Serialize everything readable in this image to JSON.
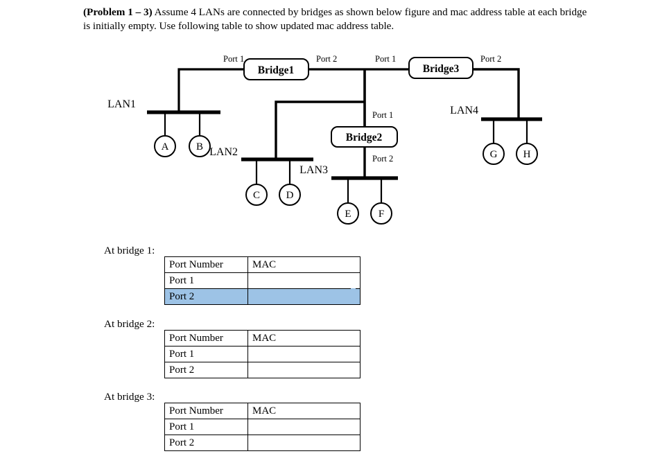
{
  "problem": {
    "label": "(Problem 1 – 3)",
    "body": " Assume 4 LANs are connected by bridges as shown below figure and mac address table at each bridge is initially empty. Use following table to show updated mac address table."
  },
  "diagram": {
    "bridges": [
      {
        "id": "bridge1",
        "label": "Bridge1",
        "port_left": "Port 1",
        "port_right": "Port 2"
      },
      {
        "id": "bridge2",
        "label": "Bridge2",
        "port_top": "Port 1",
        "port_bottom": "Port 2"
      },
      {
        "id": "bridge3",
        "label": "Bridge3",
        "port_left": "Port 1",
        "port_right": "Port 2"
      }
    ],
    "lans": [
      {
        "id": "lan1",
        "label": "LAN1",
        "hosts": [
          "A",
          "B"
        ]
      },
      {
        "id": "lan2",
        "label": "LAN2",
        "hosts": [
          "C",
          "D"
        ]
      },
      {
        "id": "lan3",
        "label": "LAN3",
        "hosts": [
          "E",
          "F"
        ]
      },
      {
        "id": "lan4",
        "label": "LAN4",
        "hosts": [
          "G",
          "H"
        ]
      }
    ],
    "port_labels": {
      "b1_p1": "Port 1",
      "b1_p2": "Port 2",
      "b3_p1": "Port 1",
      "b3_p2": "Port 2",
      "b2_p1": "Port 1",
      "b2_p2": "Port 2"
    },
    "host_labels": {
      "a": "A",
      "b": "B",
      "c": "C",
      "d": "D",
      "e": "E",
      "f": "F",
      "g": "G",
      "h": "H"
    },
    "lan_labels": {
      "lan1": "LAN1",
      "lan2": "LAN2",
      "lan3": "LAN3",
      "lan4": "LAN4"
    },
    "bridge_labels": {
      "bridge1": "Bridge1",
      "bridge2": "Bridge2",
      "bridge3": "Bridge3"
    }
  },
  "tables": {
    "headers": {
      "port": "Port Number",
      "mac": "MAC"
    },
    "blocks": [
      {
        "caption": "At bridge 1:",
        "rows": [
          {
            "port": "Port 1",
            "mac": "",
            "selected": false
          },
          {
            "port": "Port 2",
            "mac": "",
            "selected": true
          }
        ]
      },
      {
        "caption": "At bridge 2:",
        "rows": [
          {
            "port": "Port 1",
            "mac": "",
            "selected": false
          },
          {
            "port": "Port 2",
            "mac": "",
            "selected": false
          }
        ]
      },
      {
        "caption": "At bridge 3:",
        "rows": [
          {
            "port": "Port 1",
            "mac": "",
            "selected": false
          },
          {
            "port": "Port 2",
            "mac": "",
            "selected": false
          }
        ]
      }
    ]
  },
  "colors": {
    "selection_highlight": "#9dc3e6",
    "ink": "#000000",
    "page_background": "#ffffff"
  }
}
